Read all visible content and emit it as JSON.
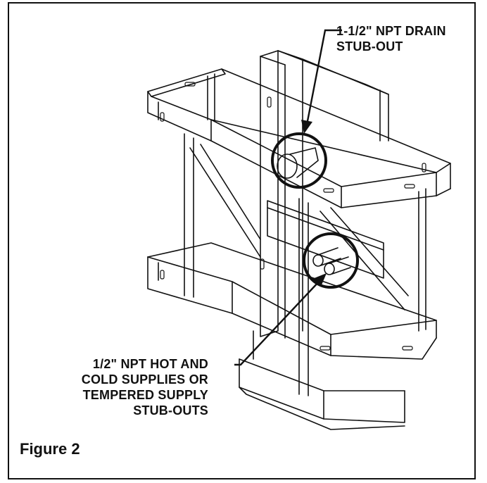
{
  "callouts": {
    "drain": {
      "line1": "1-1/2\" NPT DRAIN",
      "line2": "STUB-OUT"
    },
    "supplies": {
      "line1": "1/2\" NPT HOT AND",
      "line2": "COLD SUPPLIES OR",
      "line3": "TEMPERED SUPPLY",
      "line4": "STUB-OUTS"
    }
  },
  "caption": "Figure 2"
}
